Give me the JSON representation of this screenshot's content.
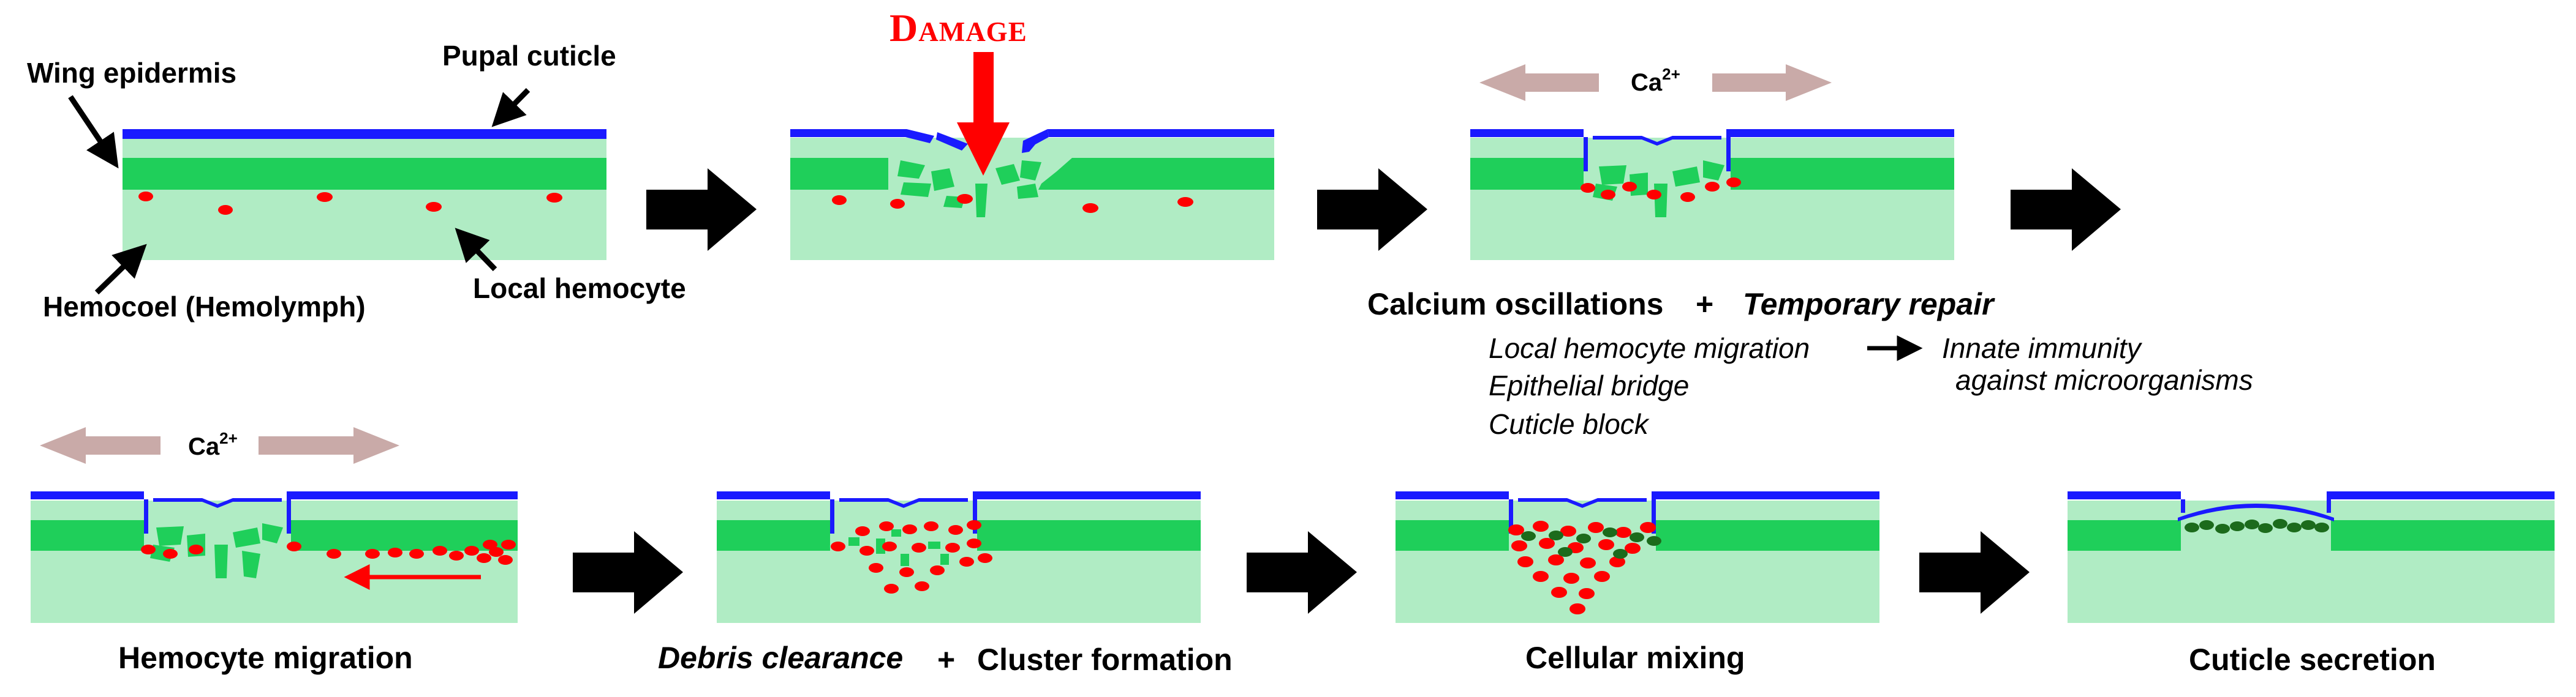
{
  "panel1": {
    "wing_epidermis": "Wing epidermis",
    "pupal_cuticle": "Pupal cuticle",
    "hemocoel": "Hemocoel (Hemolymph)",
    "local_hemocyte": "Local hemocyte"
  },
  "panel2": {
    "damage": "Damage"
  },
  "panel3": {
    "ion": "Ca",
    "ion_charge": "2+",
    "calcium_oscillations": "Calcium oscillations",
    "plus": "+",
    "temporary_repair": "Temporary repair",
    "local_hemocyte_migration": "Local hemocyte migration",
    "epithelial_bridge": "Epithelial bridge",
    "cuticle_block": "Cuticle block",
    "innate_immunity_line1": "Innate immunity",
    "innate_immunity_line2": "against microorganisms"
  },
  "panel4": {
    "ion": "Ca",
    "ion_charge": "2+",
    "caption": "Hemocyte migration"
  },
  "panel5": {
    "debris_clearance": "Debris clearance",
    "plus": "+",
    "cluster_formation": "Cluster formation"
  },
  "panel6": {
    "caption": "Cellular mixing"
  },
  "panel7": {
    "caption": "Cuticle secretion"
  },
  "colors": {
    "cuticle": "#1a1aff",
    "epidermis": "#1fcf5a",
    "hemocoel": "#b0ecc4",
    "hemocyte": "#ff0000",
    "dark_hemocyte": "#1c6b1c",
    "ion_arrow": "#c9aaa8",
    "flow_arrow": "#000000",
    "damage": "#ff0000"
  }
}
